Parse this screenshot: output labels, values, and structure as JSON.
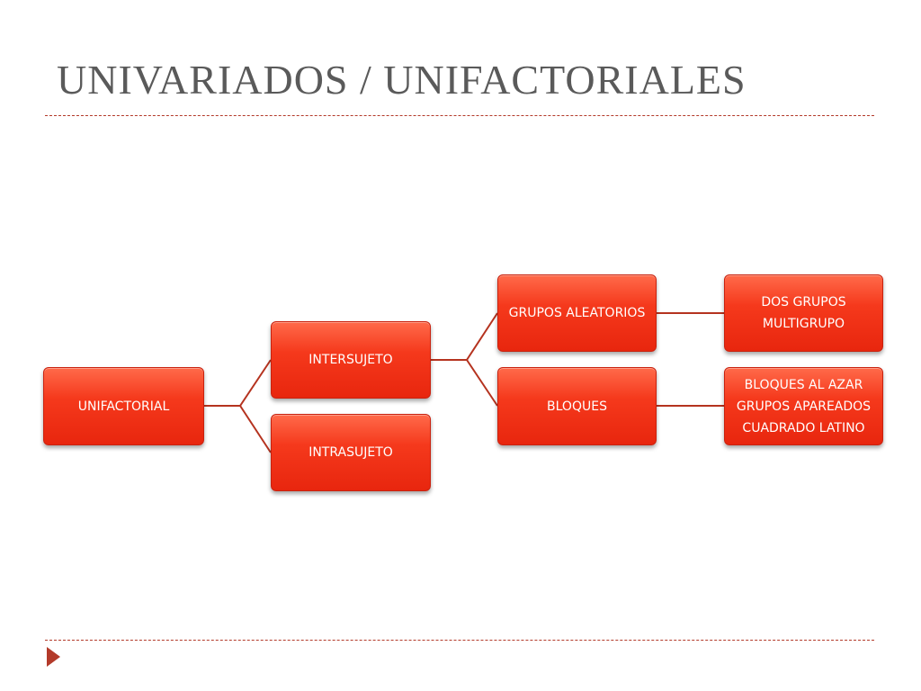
{
  "title": "UNIVARIADOS / UNIFACTORIALES",
  "nodes": {
    "unifactorial": {
      "lines": [
        "UNIFACTORIAL"
      ]
    },
    "intersujeto": {
      "lines": [
        "INTERSUJETO"
      ]
    },
    "intrasujeto": {
      "lines": [
        "INTRASUJETO"
      ]
    },
    "grupos_aleatorios": {
      "lines": [
        "GRUPOS ALEATORIOS"
      ]
    },
    "bloques": {
      "lines": [
        "BLOQUES"
      ]
    },
    "grupos_aleatorios_detail": {
      "lines": [
        "DOS GRUPOS",
        "MULTIGRUPO"
      ]
    },
    "bloques_detail": {
      "lines": [
        "BLOQUES AL AZAR",
        "GRUPOS APAREADOS",
        "CUADRADO LATINO"
      ]
    }
  },
  "colors": {
    "node_fill": "#f5391c",
    "connector": "#b5331f",
    "title_text": "#5a5a5a",
    "rule": "#b33a2a"
  },
  "icons": {
    "footer": "play-icon"
  }
}
